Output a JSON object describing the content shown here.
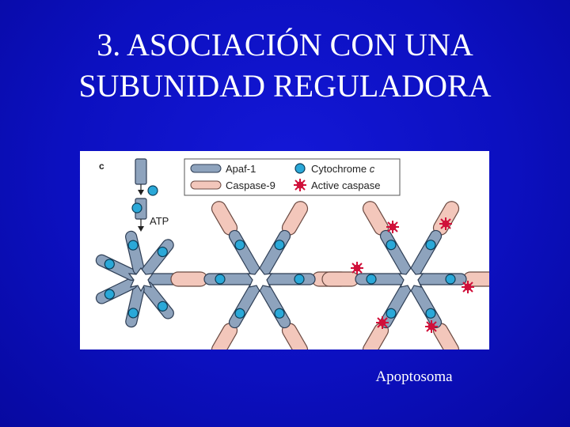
{
  "slide": {
    "title_line1": "3. ASOCIACIÓN CON UNA",
    "title_line2": "SUBUNIDAD REGULADORA",
    "caption": "Apoptosoma"
  },
  "figure": {
    "panel_label": "c",
    "atp_label": "ATP",
    "legend": {
      "apaf1": "Apaf-1",
      "caspase9": "Caspase-9",
      "cytochrome_c": "Cytochrome",
      "cytochrome_c_italic": "c",
      "active_caspase": "Active caspase"
    }
  },
  "colors": {
    "background": "#0c10c0",
    "apaf1_fill": "#8ea3bd",
    "caspase9_fill": "#f3c7bb",
    "cytochrome_fill": "#2aa8d8",
    "active_caspase": "#d0103a"
  }
}
